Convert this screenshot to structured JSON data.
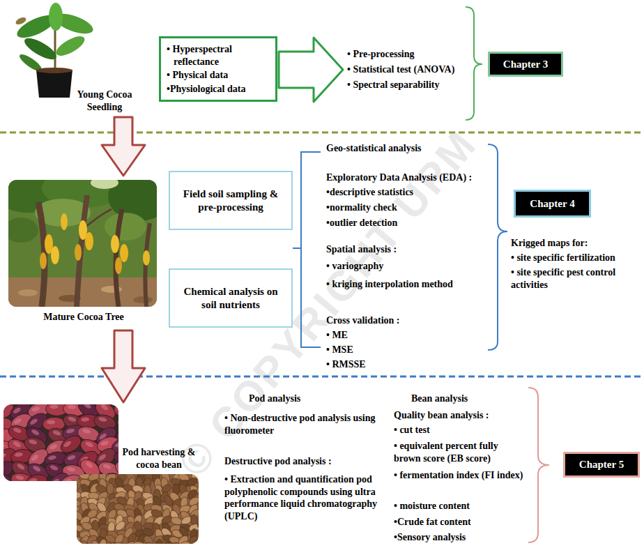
{
  "diagram": {
    "nodes": [
      {
        "text": [
          "• Hyperspectral reflectance",
          "• Physical data",
          "•Physiological data"
        ]
      },
      {
        "text": [
          "Chapter 3"
        ]
      },
      {
        "text": [
          "Field soil sampling & pre-processing"
        ]
      },
      {
        "text": [
          "Chemical analysis on soil nutrients"
        ]
      },
      {
        "text": [
          "Chapter 4"
        ]
      },
      {
        "text": [
          "Chapter 5"
        ]
      }
    ],
    "labels": [
      "Young Cocoa Seedling",
      "• Pre-processing",
      "• Statistical test (ANOVA)",
      "• Spectral separability",
      "Mature Cocoa Tree",
      "Geo-statistical analysis",
      "Exploratory Data Analysis (EDA) :",
      "•descriptive statistics",
      "•normality check",
      "•outlier detection",
      "Spatial analysis :",
      "• variography",
      "• kriging interpolation method",
      "Cross validation :",
      "• ME",
      "• MSE",
      "• RMSSE",
      "Krigged maps for:",
      "• site specific fertilization",
      "• site specific pest control activities",
      "Pod harvesting & cocoa bean",
      "Pod analysis",
      "• Non-destructive pod analysis using fluorometer",
      "Destructive pod analysis :",
      "• Extraction and quantification pod polyphenolic compounds using ultra performance liquid chromatography (UPLC)",
      "Bean analysis",
      "Quality bean analysis :",
      "• cut test",
      "• equivalent percent fully brown score (EB score)",
      "• fermentation index (FI index)",
      "• moisture content",
      "•Crude fat content",
      "•Sensory analysis",
      "© COPYRIGHT UPM"
    ]
  }
}
